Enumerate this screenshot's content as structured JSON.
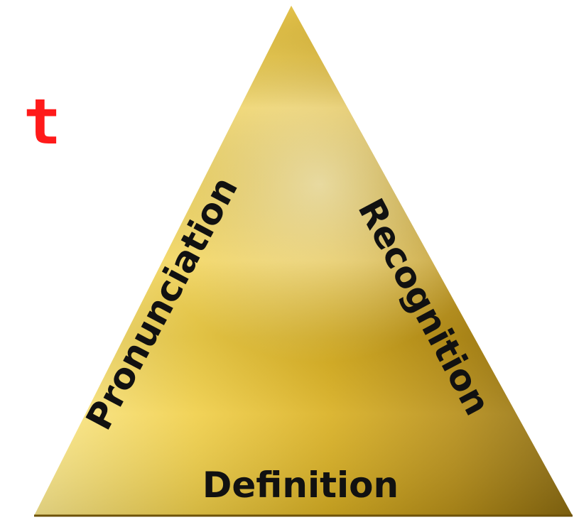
{
  "partial_word": {
    "text": "t",
    "color": "#ff1a1a"
  },
  "triangle": {
    "left_side_label": "Pronunciation",
    "right_side_label": "Recognition",
    "base_label": "Definition",
    "fill_colors": [
      "#fbe98f",
      "#f0cf4a",
      "#d9b023",
      "#b8901a",
      "#8a6a10"
    ]
  }
}
